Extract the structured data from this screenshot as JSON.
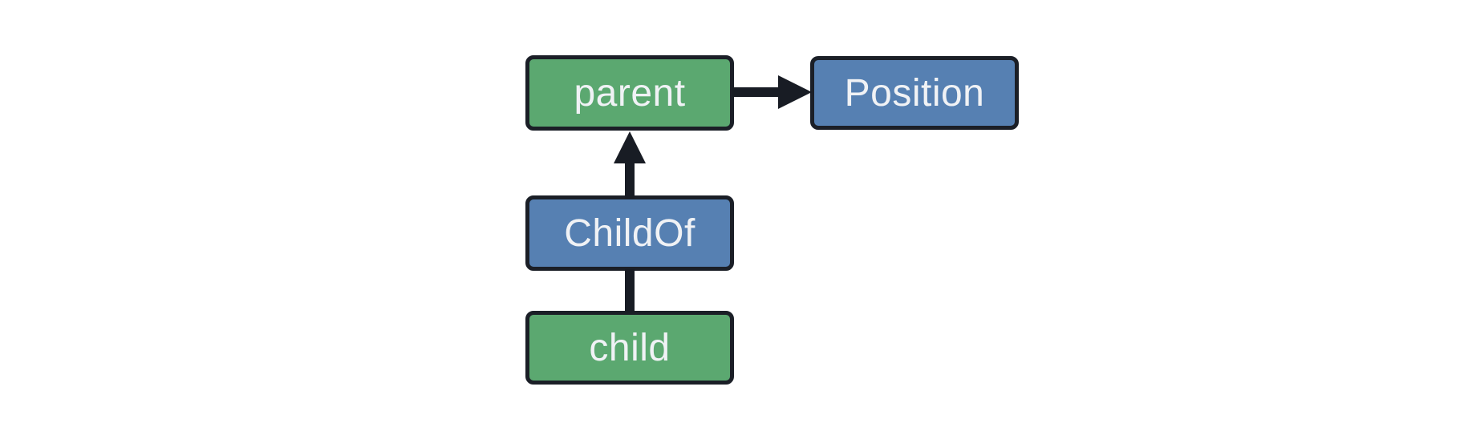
{
  "diagram": {
    "background_color": "#ffffff",
    "colors": {
      "entity_fill": "#5ba870",
      "component_fill": "#5680b2",
      "node_border": "#1b1f27",
      "label_text": "#f0f2f5",
      "edge": "#181c24"
    },
    "nodes": [
      {
        "id": "parent",
        "label": "parent",
        "kind": "entity"
      },
      {
        "id": "position",
        "label": "Position",
        "kind": "component"
      },
      {
        "id": "childof",
        "label": "ChildOf",
        "kind": "component"
      },
      {
        "id": "child",
        "label": "child",
        "kind": "entity"
      }
    ],
    "edges": [
      {
        "from": "parent",
        "to": "Position",
        "style": "arrow",
        "direction": "right"
      },
      {
        "from": "ChildOf",
        "to": "parent",
        "style": "arrow",
        "direction": "up"
      },
      {
        "from": "child",
        "to": "ChildOf",
        "style": "line",
        "direction": "up"
      }
    ]
  }
}
